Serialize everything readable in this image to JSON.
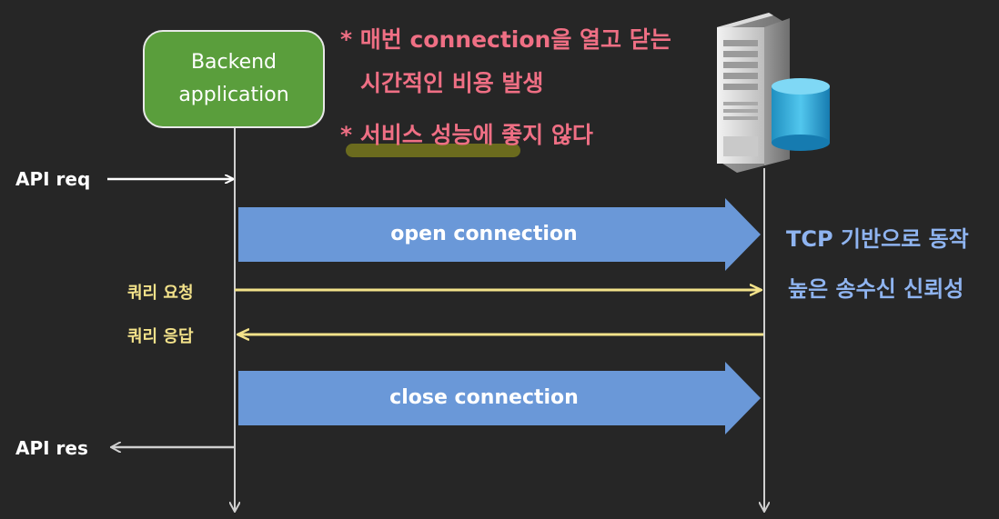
{
  "backend_box": {
    "line1": "Backend",
    "line2": "application"
  },
  "notes": {
    "note1_line1": "* 매번 connection을 열고 닫는",
    "note1_line2": "시간적인 비용 발생",
    "note2": "* 서비스 성능에 좋지 않다"
  },
  "left_labels": {
    "api_req": "API req",
    "query_request": "쿼리 요청",
    "query_response": "쿼리 응답",
    "api_res": "API res"
  },
  "bars": {
    "open": "open connection",
    "close": "close connection"
  },
  "side_notes": {
    "line1": "TCP 기반으로 동작",
    "line2": "높은 송수신 신뢰성"
  },
  "colors": {
    "background": "#262626",
    "box_green": "#5a9e3c",
    "bar_blue": "#6a98d8",
    "arrow_yellow": "#f3e28a",
    "note_pink": "#ef6f84",
    "side_blue": "#8fb4f0",
    "highlight": "#6b6b1e"
  },
  "icons": [
    "server-icon",
    "database-icon"
  ]
}
